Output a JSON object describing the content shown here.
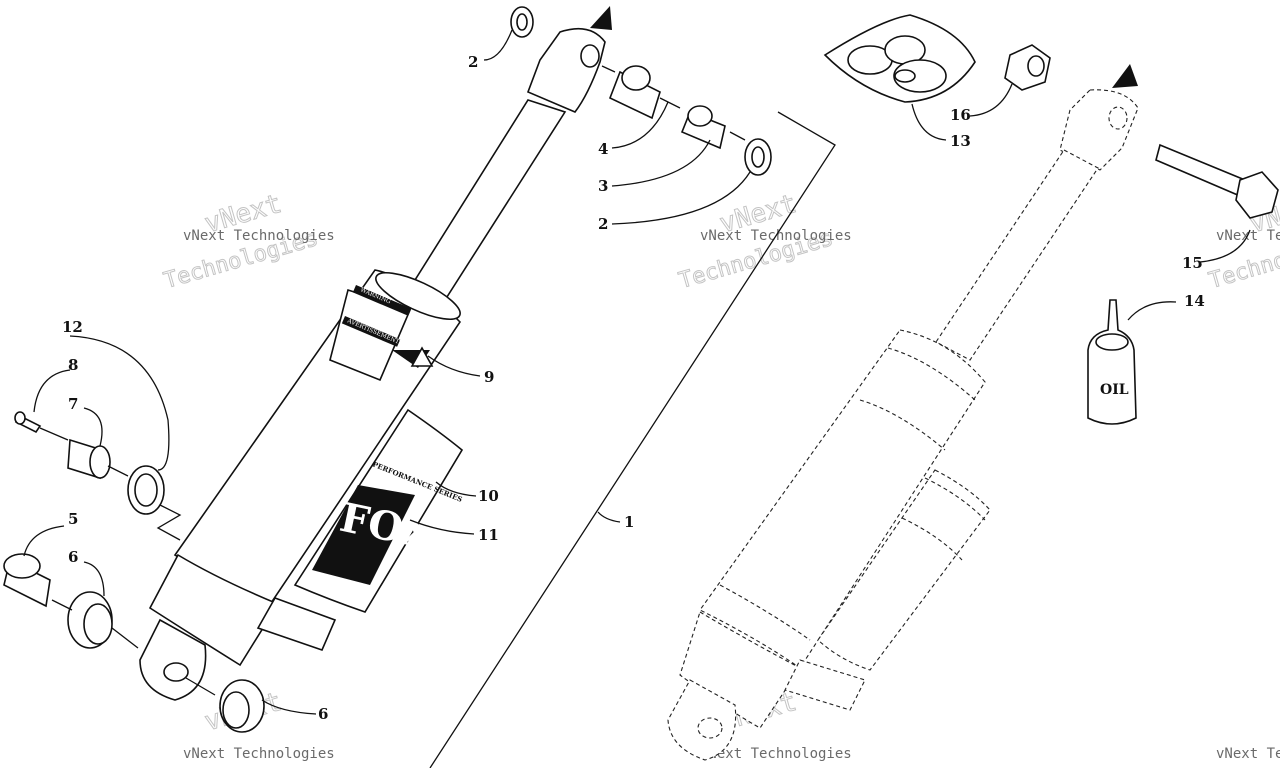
{
  "diagram": {
    "callouts": [
      {
        "id": "c1",
        "text": "1"
      },
      {
        "id": "c2a",
        "text": "2"
      },
      {
        "id": "c2b",
        "text": "2"
      },
      {
        "id": "c3",
        "text": "3"
      },
      {
        "id": "c4",
        "text": "4"
      },
      {
        "id": "c5",
        "text": "5"
      },
      {
        "id": "c6a",
        "text": "6"
      },
      {
        "id": "c6b",
        "text": "6"
      },
      {
        "id": "c7",
        "text": "7"
      },
      {
        "id": "c8",
        "text": "8"
      },
      {
        "id": "c9",
        "text": "9"
      },
      {
        "id": "c10",
        "text": "10"
      },
      {
        "id": "c11",
        "text": "11"
      },
      {
        "id": "c12",
        "text": "12"
      },
      {
        "id": "c13",
        "text": "13"
      },
      {
        "id": "c14",
        "text": "14"
      },
      {
        "id": "c15",
        "text": "15"
      },
      {
        "id": "c16",
        "text": "16"
      }
    ],
    "watermark": {
      "line1": "vNext Technologies",
      "line2": "vNext",
      "line3": "Technologies"
    },
    "labels": {
      "oil": "OIL",
      "warning": "WARNING",
      "avertissement": "AVERTISSEMENT",
      "performance": "PERFORMANCE SERIES",
      "brand": "FOX"
    }
  }
}
